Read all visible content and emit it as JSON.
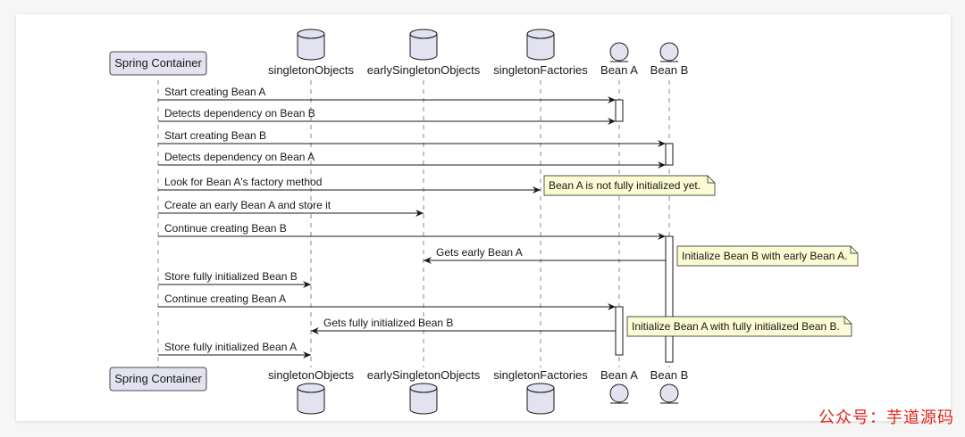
{
  "participants": [
    {
      "id": "container",
      "label": "Spring Container",
      "kind": "box"
    },
    {
      "id": "so",
      "label": "singletonObjects",
      "kind": "database"
    },
    {
      "id": "eso",
      "label": "earlySingletonObjects",
      "kind": "database"
    },
    {
      "id": "sf",
      "label": "singletonFactories",
      "kind": "database"
    },
    {
      "id": "a",
      "label": "Bean A",
      "kind": "entity"
    },
    {
      "id": "b",
      "label": "Bean B",
      "kind": "entity"
    }
  ],
  "messages": [
    {
      "from": "container",
      "to": "a",
      "label": "Start creating Bean A"
    },
    {
      "from": "container",
      "to": "a",
      "label": "Detects dependency on Bean B"
    },
    {
      "from": "container",
      "to": "b",
      "label": "Start creating Bean B"
    },
    {
      "from": "container",
      "to": "b",
      "label": "Detects dependency on Bean A"
    },
    {
      "from": "container",
      "to": "sf",
      "label": "Look for Bean A's factory method"
    },
    {
      "from": "container",
      "to": "eso",
      "label": "Create an early Bean A and store it"
    },
    {
      "from": "container",
      "to": "b",
      "label": "Continue creating Bean B"
    },
    {
      "from": "b",
      "to": "eso",
      "label": "Gets early Bean A"
    },
    {
      "from": "container",
      "to": "so",
      "label": "Store fully initialized Bean B"
    },
    {
      "from": "container",
      "to": "a",
      "label": "Continue creating Bean A"
    },
    {
      "from": "a",
      "to": "so",
      "label": "Gets fully initialized Bean B"
    },
    {
      "from": "container",
      "to": "so",
      "label": "Store fully initialized Bean A"
    }
  ],
  "notes": [
    {
      "text": "Bean A is not fully initialized yet."
    },
    {
      "text": "Initialize Bean B with early Bean A."
    },
    {
      "text": "Initialize Bean A with fully initialized Bean B."
    }
  ],
  "colors": {
    "participant_fill": "#e2e2f0",
    "participant_border": "#181818",
    "note_fill": "#fbfbd4",
    "line": "#181818",
    "lifeline": "#8a8a8a"
  },
  "watermark": "公众号：芋道源码"
}
